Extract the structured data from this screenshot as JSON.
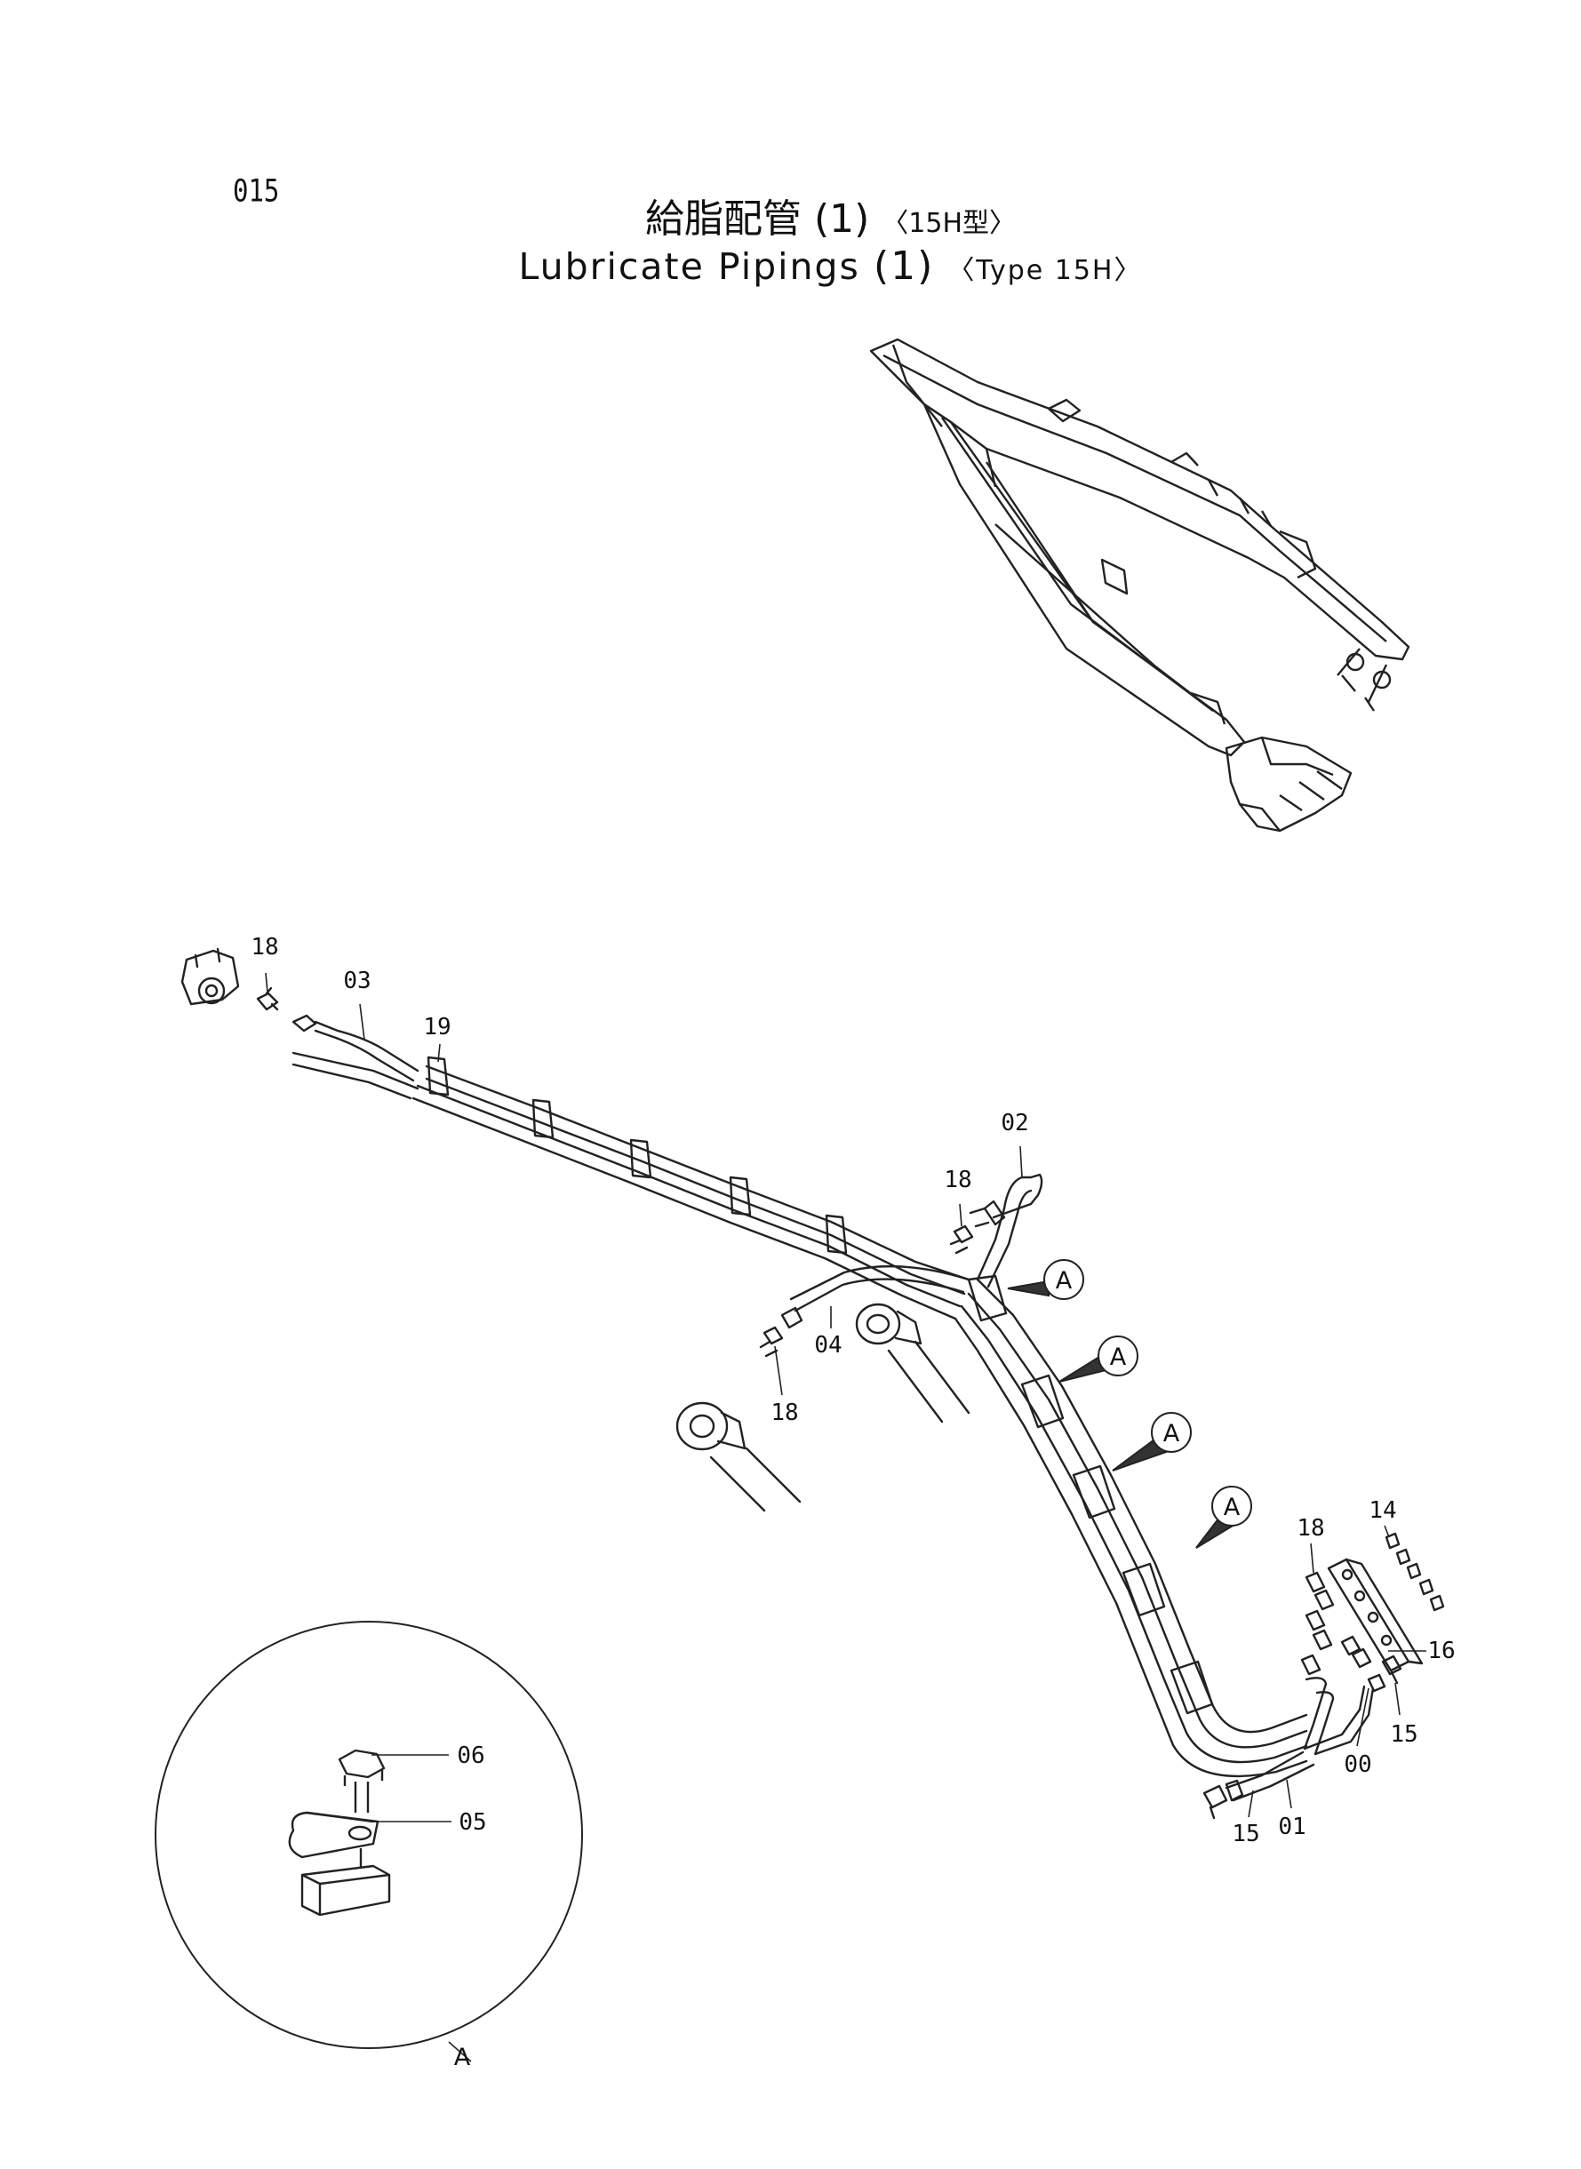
{
  "page": {
    "number": "015",
    "title_jp": "給脂配管",
    "title_jp_index": "(1)",
    "title_jp_type": "〈15H型〉",
    "title_en": "Lubricate Pipings",
    "title_en_index": "(1)",
    "title_en_type": "〈Type 15H〉"
  },
  "callouts": {
    "part_18_a": "18",
    "part_03": "03",
    "part_19": "19",
    "part_02": "02",
    "part_18_b": "18",
    "part_04": "04",
    "part_18_c": "18",
    "part_14": "14",
    "part_18_d": "18",
    "part_16": "16",
    "part_15_a": "15",
    "part_00": "00",
    "part_15_b": "15",
    "part_01": "01",
    "part_06": "06",
    "part_05": "05"
  },
  "detail_markers": [
    "A",
    "A",
    "A",
    "A"
  ],
  "detail_view": {
    "label": "A"
  }
}
